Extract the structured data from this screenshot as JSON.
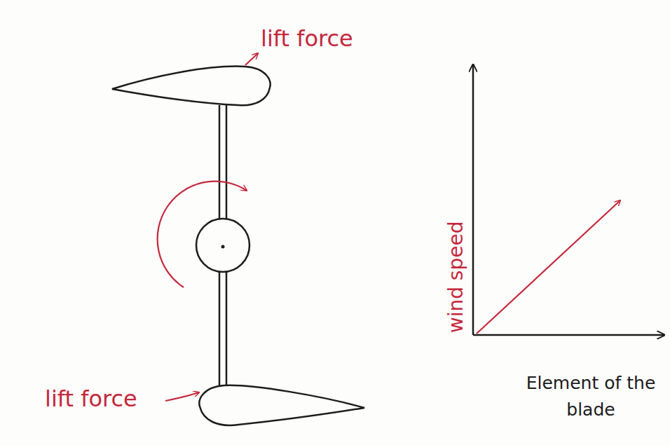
{
  "diagram": {
    "labels": [
      "lift force",
      "lift force",
      "wind speed",
      "Element of the blade"
    ]
  }
}
